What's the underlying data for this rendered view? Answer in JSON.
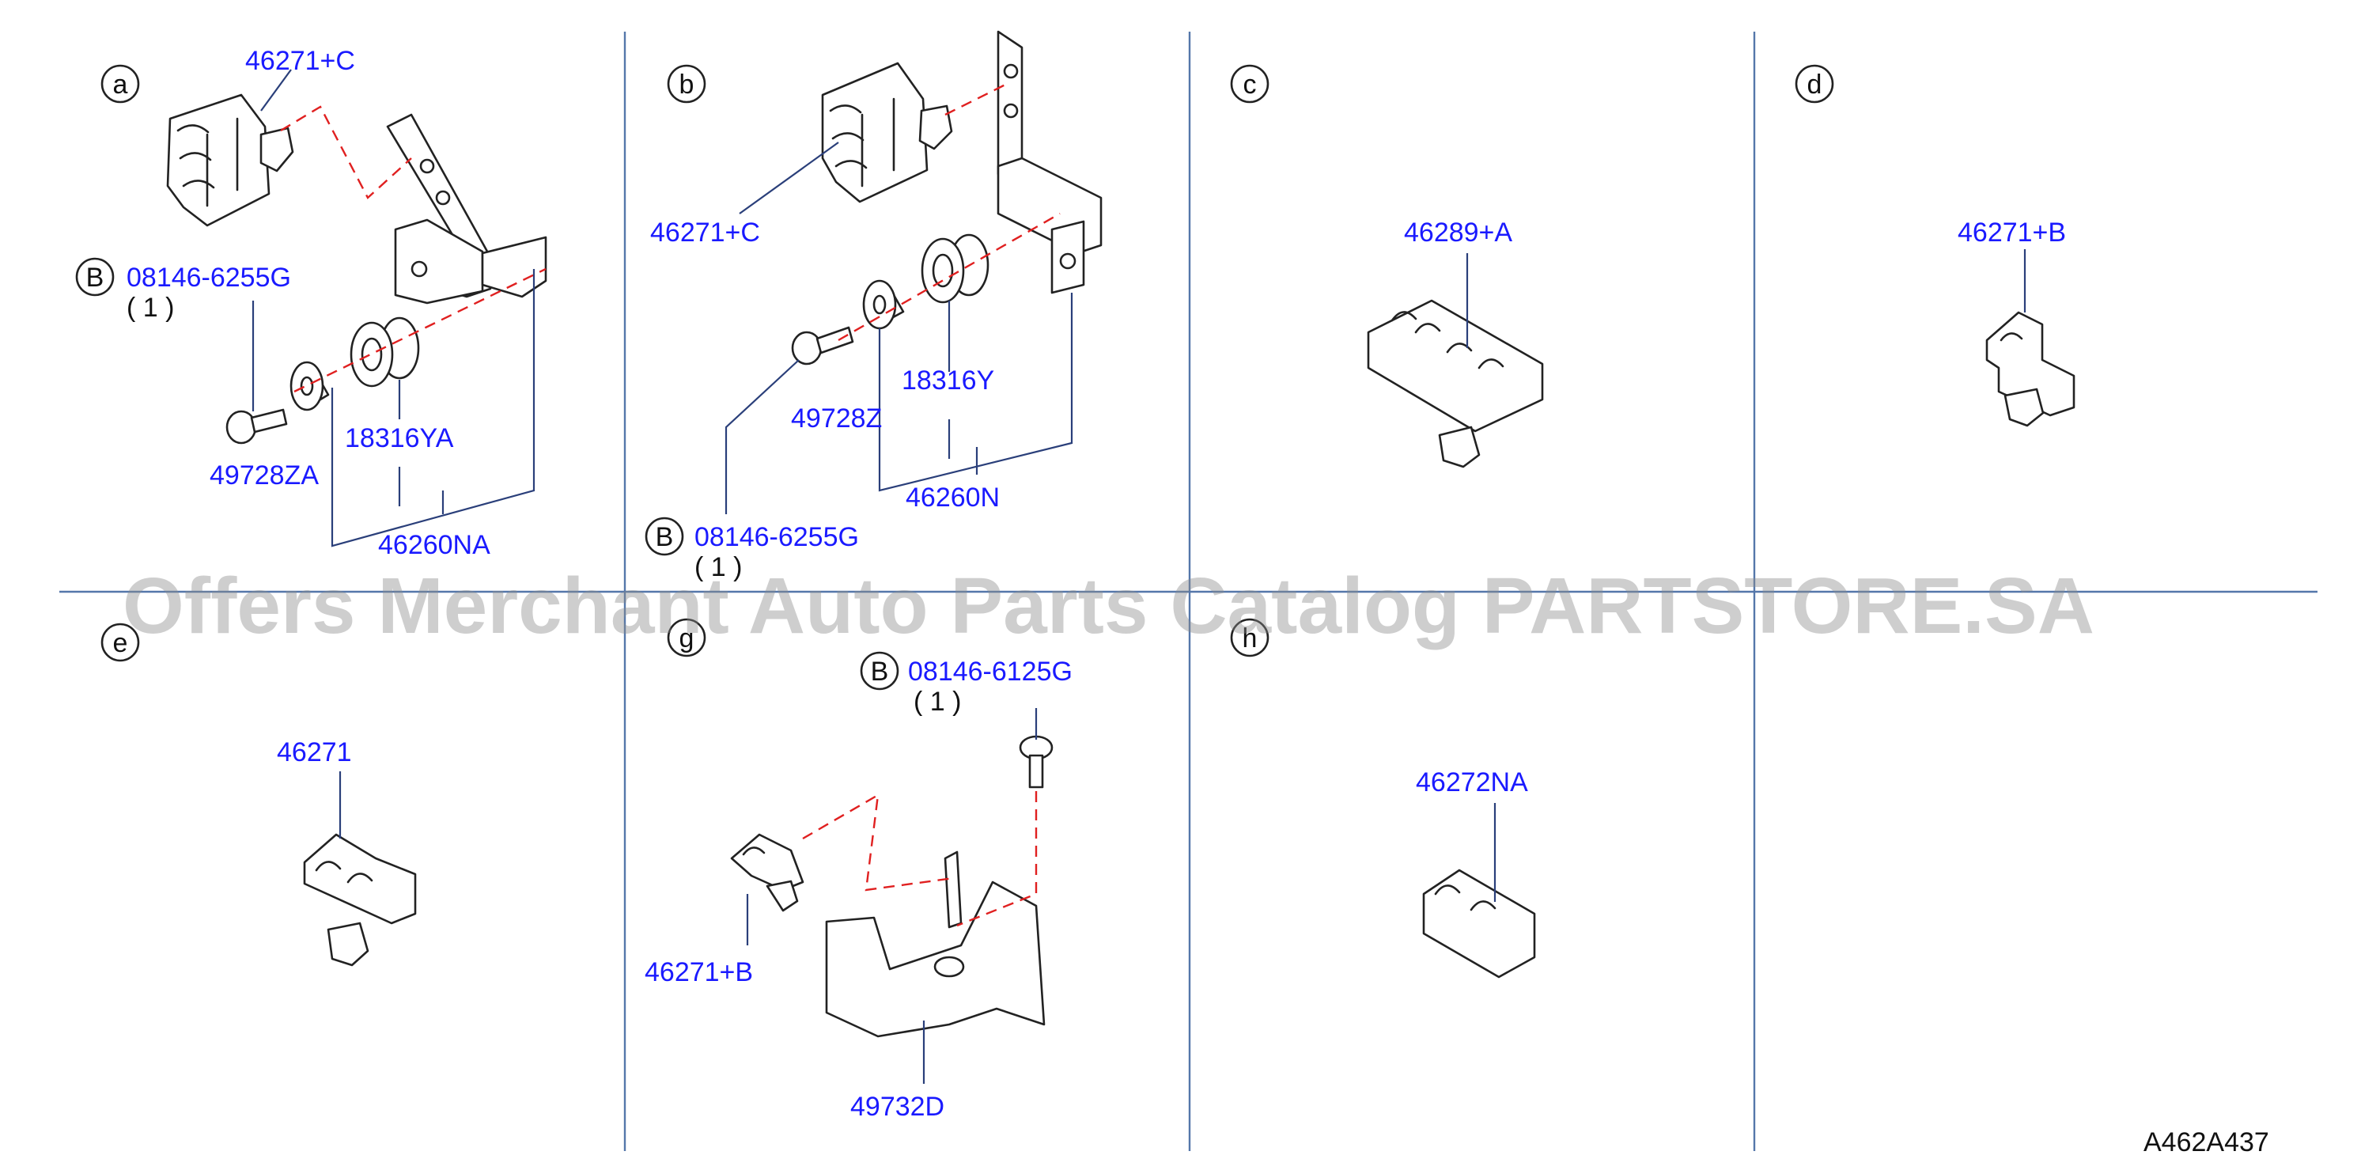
{
  "panels": [
    {
      "letter": "a"
    },
    {
      "letter": "b"
    },
    {
      "letter": "c"
    },
    {
      "letter": "d"
    },
    {
      "letter": "e"
    },
    {
      "letter": "g"
    },
    {
      "letter": "h"
    }
  ],
  "labels": {
    "a_clip": "46271+C",
    "a_bolt": "08146-6255G",
    "a_bolt_qty": "( 1 )",
    "a_grommet": "18316YA",
    "a_collar": "49728ZA",
    "a_kit": "46260NA",
    "b_clip": "46271+C",
    "b_grommet": "18316Y",
    "b_collar": "49728Z",
    "b_kit": "46260N",
    "b_bolt": "08146-6255G",
    "b_bolt_qty": "( 1 )",
    "c_clip": "46289+A",
    "d_clip": "46271+B",
    "e_clip": "46271",
    "g_bolt": "08146-6125G",
    "g_bolt_qty": "( 1 )",
    "g_clip": "46271+B",
    "g_bracket": "49732D",
    "h_clip": "46272NA"
  },
  "bolt_marker": "B",
  "watermark": "Offers Merchant Auto Parts Catalog PARTSTORE.SA",
  "figure_code": "A462A437"
}
